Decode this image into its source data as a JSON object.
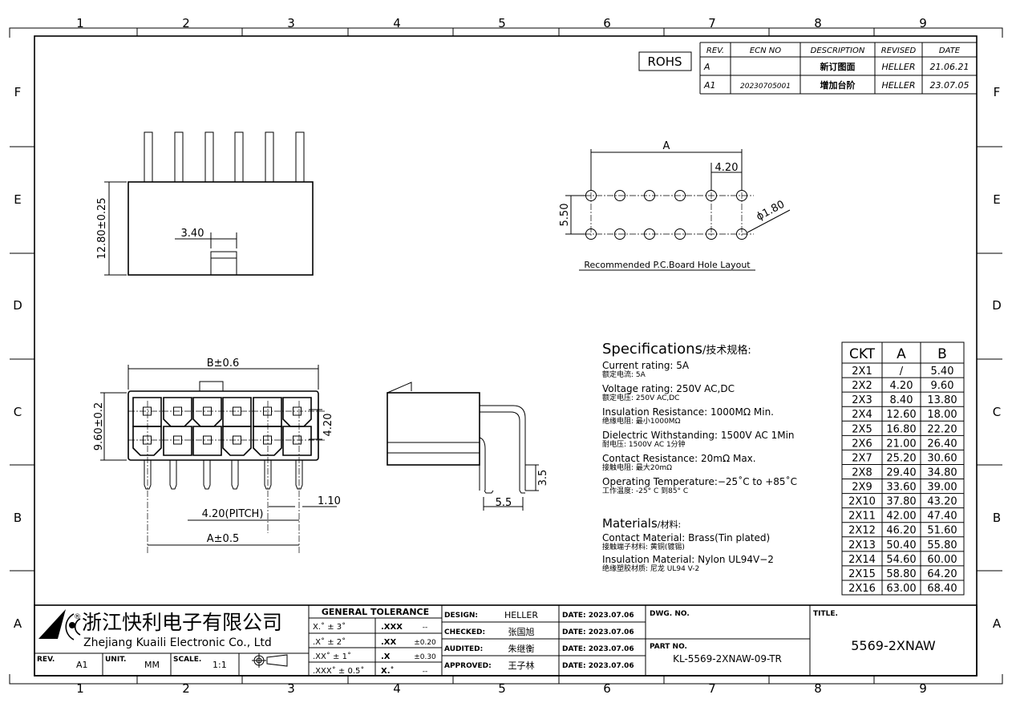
{
  "frame": {
    "columns": [
      "1",
      "2",
      "3",
      "4",
      "5",
      "6",
      "7",
      "8",
      "9"
    ],
    "rows": [
      "F",
      "E",
      "D",
      "C",
      "B",
      "A"
    ]
  },
  "rohs": "ROHS",
  "revision_table": {
    "headers": [
      "REV.",
      "ECN NO",
      "DESCRIPTION",
      "REVISED",
      "DATE"
    ],
    "rows": [
      [
        "A",
        "",
        "新订图面",
        "HELLER",
        "21.06.21"
      ],
      [
        "A1",
        "20230705001",
        "增加台阶",
        "HELLER",
        "23.07.05"
      ]
    ]
  },
  "top_view": {
    "height_dim": "12.80±0.25",
    "offset_dim": "3.40"
  },
  "front_view": {
    "width_dim": "B±0.6",
    "height_dim": "9.60±0.2",
    "row_pitch": "4.20",
    "pin_size": "1.10",
    "pitch": "4.20(PITCH)",
    "span": "A±0.5"
  },
  "side_view": {
    "standoff": "3.5",
    "row_spacing": "5.5"
  },
  "hole_layout": {
    "span": "A",
    "pitch": "4.20",
    "row_spacing": "5.50",
    "hole_dia": "ϕ1.80",
    "caption": "Recommended  P.C.Board Hole  Layout"
  },
  "specifications": {
    "title": "Specifications",
    "title_cn": "/技术规格:",
    "items": [
      {
        "en": "Current  rating:  5A",
        "cn": "额定电流: 5A"
      },
      {
        "en": "Voltage  rating:  250V  AC,DC",
        "cn": "额定电压: 250V AC,DC"
      },
      {
        "en": "Insulation  Resistance:  1000MΩ  Min.",
        "cn": "绝缘电阻: 最小1000MΩ"
      },
      {
        "en": "Dielectric  Withstanding:    1500V  AC    1Min",
        "cn": "耐电压: 1500V AC  1分钟"
      },
      {
        "en": "Contact  Resistance:    20mΩ  Max.",
        "cn": "接触电阻: 最大20mΩ"
      },
      {
        "en": "Operating  Temperature:−25˚C  to  +85˚C",
        "cn": "工作温度: -25° C 到85° C"
      }
    ],
    "materials_title": "Materials",
    "materials_title_cn": "/材料:",
    "materials": [
      {
        "en": "Contact  Material:  Brass(Tin  plated)",
        "cn": "接触端子材料: 黄铜(镀锡)"
      },
      {
        "en": "Insulation  Material:  Nylon  UL94V−2",
        "cn": "绝缘塑胶材质: 尼龙 UL94 V-2"
      }
    ]
  },
  "ckt_table": {
    "headers": [
      "CKT",
      "A",
      "B"
    ],
    "rows": [
      [
        "2X1",
        "/",
        "5.40"
      ],
      [
        "2X2",
        "4.20",
        "9.60"
      ],
      [
        "2X3",
        "8.40",
        "13.80"
      ],
      [
        "2X4",
        "12.60",
        "18.00"
      ],
      [
        "2X5",
        "16.80",
        "22.20"
      ],
      [
        "2X6",
        "21.00",
        "26.40"
      ],
      [
        "2X7",
        "25.20",
        "30.60"
      ],
      [
        "2X8",
        "29.40",
        "34.80"
      ],
      [
        "2X9",
        "33.60",
        "39.00"
      ],
      [
        "2X10",
        "37.80",
        "43.20"
      ],
      [
        "2X11",
        "42.00",
        "47.40"
      ],
      [
        "2X12",
        "46.20",
        "51.60"
      ],
      [
        "2X13",
        "50.40",
        "55.80"
      ],
      [
        "2X14",
        "54.60",
        "60.00"
      ],
      [
        "2X15",
        "58.80",
        "64.20"
      ],
      [
        "2X16",
        "63.00",
        "68.40"
      ]
    ]
  },
  "title_block": {
    "company_cn": "浙江快利电子有限公司",
    "company_en": "Zhejiang  Kuaili  Electronic  Co.,  Ltd",
    "logo_mark": "®",
    "rev_label": "REV.",
    "rev_value": "A1",
    "unit_label": "UNIT.",
    "unit_value": "MM",
    "scale_label": "SCALE.",
    "scale_value": "1:1",
    "tolerance_title": "GENERAL  TOLERANCE",
    "tolerance": [
      [
        "X.˚ ± 3˚",
        ".XXX",
        "--"
      ],
      [
        ".X˚ ± 2˚",
        ".XX",
        "±0.20"
      ],
      [
        ".XX˚ ± 1˚",
        ".X",
        "±0.30"
      ],
      [
        ".XXX˚ ± 0.5˚",
        "X.˚",
        "--"
      ]
    ],
    "signoffs": [
      {
        "label": "DESIGN:",
        "name": "HELLER",
        "date": "DATE: 2023.07.06"
      },
      {
        "label": "CHECKED:",
        "name": "张国旭",
        "date": "DATE: 2023.07.06"
      },
      {
        "label": "AUDITED:",
        "name": "朱继衡",
        "date": "DATE: 2023.07.06"
      },
      {
        "label": "APPROVED:",
        "name": "王子林",
        "date": "DATE: 2023.07.06"
      }
    ],
    "dwg_no_label": "DWG. NO.",
    "part_no_label": "PART NO.",
    "part_no": "KL-5569-2XNAW-09-TR",
    "title_label": "TITLE.",
    "title": "5569-2XNAW"
  }
}
